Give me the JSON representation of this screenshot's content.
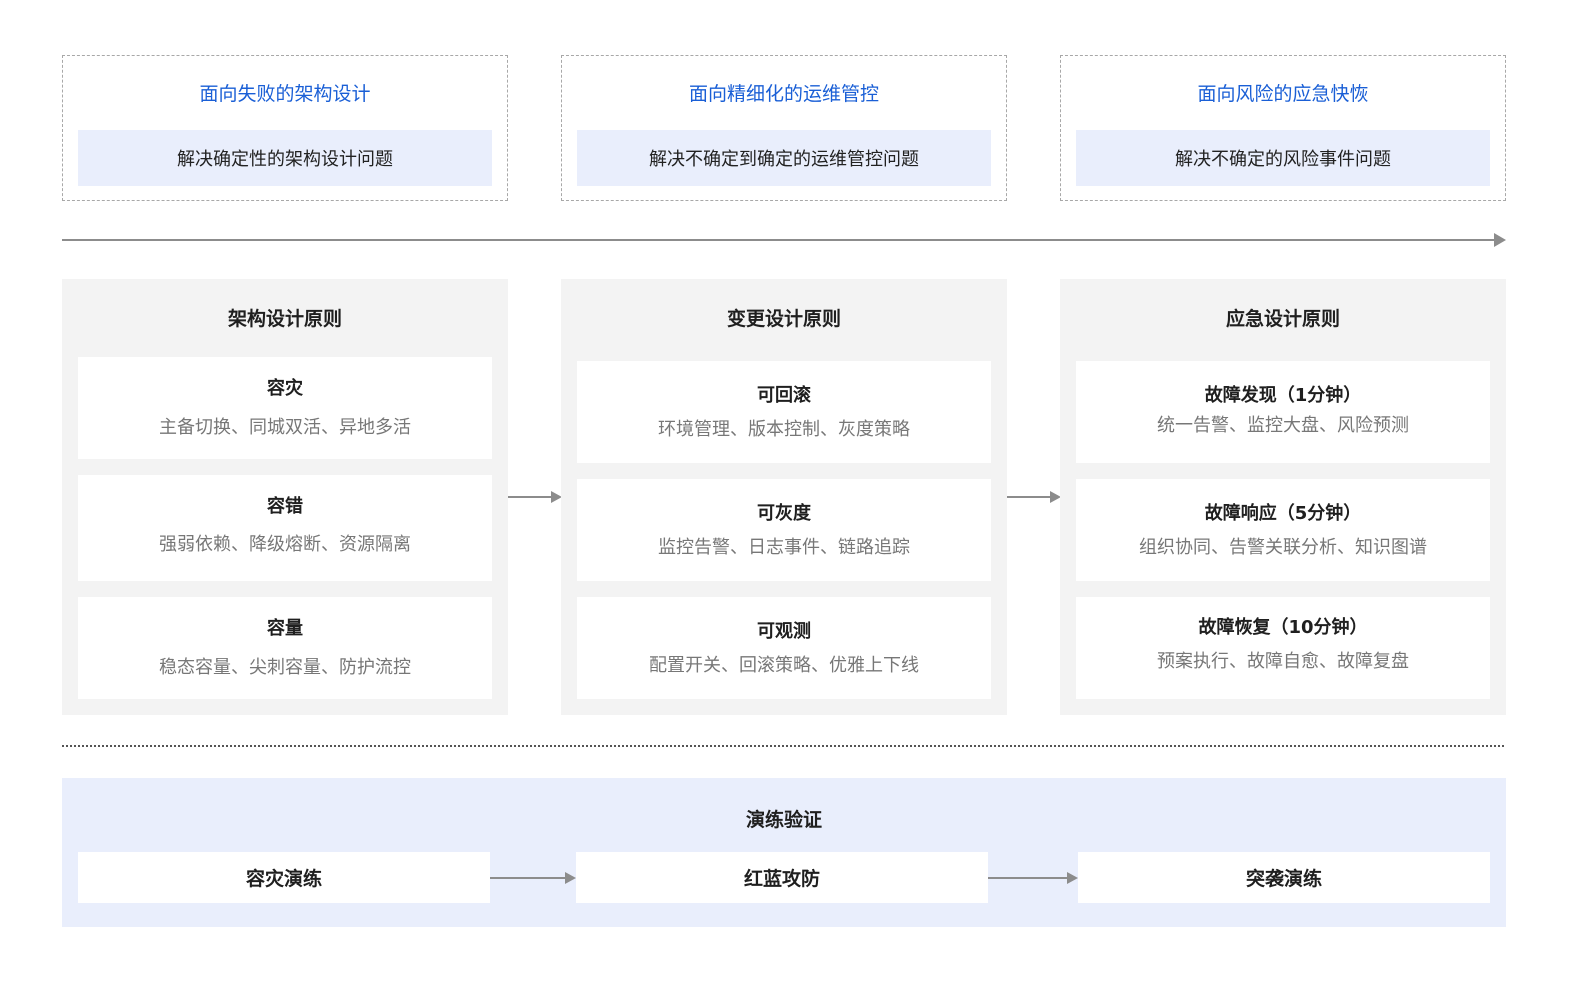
{
  "goals": [
    {
      "title": "面向失败的架构设计",
      "subtitle": "解决确定性的架构设计问题"
    },
    {
      "title": "面向精细化的运维管控",
      "subtitle": "解决不确定到确定的运维管控问题"
    },
    {
      "title": "面向风险的应急快恢",
      "subtitle": "解决不确定的风险事件问题"
    }
  ],
  "principles": [
    {
      "title": "架构设计原则",
      "items": [
        {
          "name": "容灾",
          "desc": "主备切换、同城双活、异地多活"
        },
        {
          "name": "容错",
          "desc": "强弱依赖、降级熔断、资源隔离"
        },
        {
          "name": "容量",
          "desc": "稳态容量、尖刺容量、防护流控"
        }
      ]
    },
    {
      "title": "变更设计原则",
      "items": [
        {
          "name": "可回滚",
          "desc": "环境管理、版本控制、灰度策略"
        },
        {
          "name": "可灰度",
          "desc": "监控告警、日志事件、链路追踪"
        },
        {
          "name": "可观测",
          "desc": "配置开关、回滚策略、优雅上下线"
        }
      ]
    },
    {
      "title": "应急设计原则",
      "items": [
        {
          "name": "故障发现（1分钟）",
          "desc": "统一告警、监控大盘、风险预测"
        },
        {
          "name": "故障响应（5分钟）",
          "desc": "组织协同、告警关联分析、知识图谱"
        },
        {
          "name": "故障恢复（10分钟）",
          "desc": "预案执行、故障自愈、故障复盘"
        }
      ]
    }
  ],
  "drill": {
    "title": "演练验证",
    "steps": [
      "容灾演练",
      "红蓝攻防",
      "突袭演练"
    ]
  },
  "colors": {
    "accent_blue": "#1a5fd6",
    "light_blue_bg": "#e9eefc",
    "column_bg": "#f3f3f3",
    "arrow_gray": "#8c8c8c",
    "desc_gray": "#777777"
  }
}
